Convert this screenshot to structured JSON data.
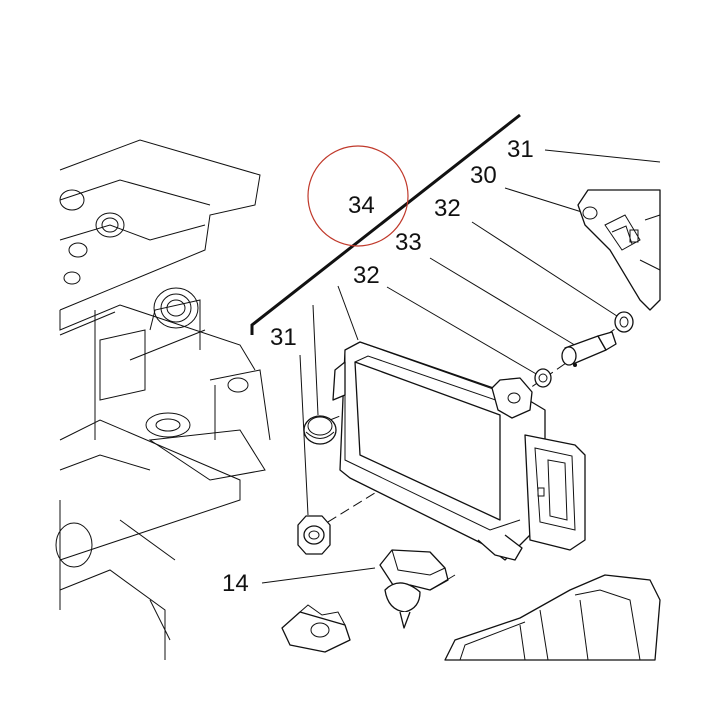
{
  "callouts": {
    "c34": "34",
    "c31_top": "31",
    "c30": "30",
    "c32_top": "32",
    "c33": "33",
    "c32_mid": "32",
    "c31_left": "31",
    "c14": "14"
  },
  "colors": {
    "line": "#111111",
    "highlight_circle": "#c0392b",
    "background": "#ffffff"
  }
}
